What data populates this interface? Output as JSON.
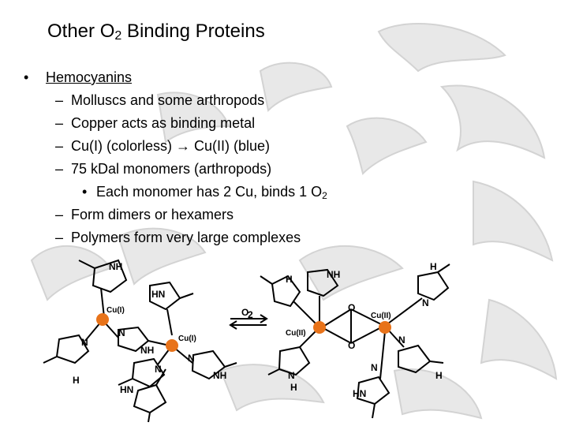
{
  "slide": {
    "title_main": "Other O",
    "title_sub": "2",
    "title_rest": " Binding Proteins"
  },
  "bullets": {
    "bullet_marker": "•",
    "dash_marker": "–",
    "heading": "Hemocyanins",
    "items": [
      "Molluscs and some arthropods",
      "Copper acts as binding metal",
      "Cu(I) (colorless) ",
      "75 kDal monomers (arthropods)",
      "Form dimers or hexamers",
      "Polymers form very large complexes"
    ],
    "arrow_glyph": "→",
    "item3_tail": " Cu(II) (blue)",
    "sub_item_prefix": "Each monomer has 2 Cu, binds 1 O",
    "sub_item_sub": "2"
  },
  "diagram": {
    "cu_reduced": "Cu(I)",
    "cu_oxidized": "Cu(II)",
    "nh": "NH",
    "hn": "HN",
    "n": "N",
    "h": "H",
    "o": "O",
    "o2": "O",
    "o2_sub": "2",
    "colors": {
      "copper": "#e8731a",
      "background_motif": "#d9d9d9"
    }
  }
}
